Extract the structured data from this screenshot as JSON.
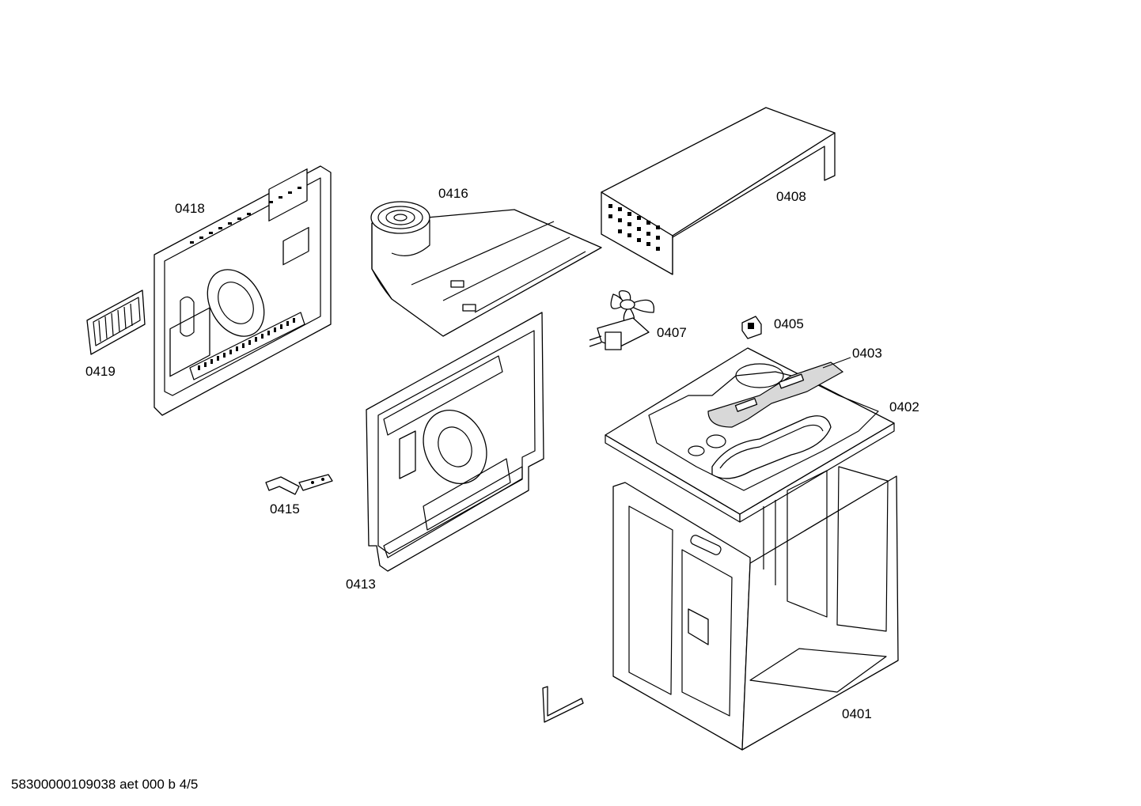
{
  "diagram": {
    "background": "#ffffff",
    "line_color": "#000000",
    "parts": [
      {
        "id": "p0401",
        "label": "0401",
        "icon": "oven-cavity-shell"
      },
      {
        "id": "p0402",
        "label": "0402",
        "icon": "top-plate"
      },
      {
        "id": "p0403",
        "label": "0403",
        "icon": "insulation-pad"
      },
      {
        "id": "p0405",
        "label": "0405",
        "icon": "thermostat-clip"
      },
      {
        "id": "p0407",
        "label": "0407",
        "icon": "cooling-fan-motor"
      },
      {
        "id": "p0408",
        "label": "0408",
        "icon": "cover-channel"
      },
      {
        "id": "p0413",
        "label": "0413",
        "icon": "rear-panel"
      },
      {
        "id": "p0415",
        "label": "0415",
        "icon": "bracket-clip"
      },
      {
        "id": "p0416",
        "label": "0416",
        "icon": "fan-duct-housing"
      },
      {
        "id": "p0418",
        "label": "0418",
        "icon": "back-wall-frame"
      },
      {
        "id": "p0419",
        "label": "0419",
        "icon": "vent-grille"
      }
    ]
  },
  "footer": {
    "reference": "58300000109038 aet 000 b 4/5"
  }
}
